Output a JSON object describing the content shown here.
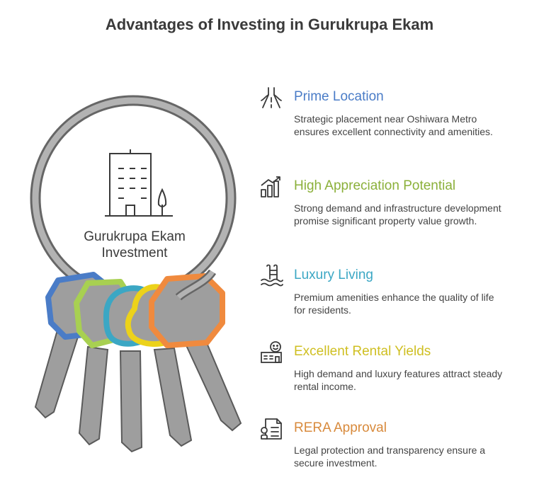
{
  "title": "Advantages of Investing in Gurukrupa Ekam",
  "center": {
    "line1": "Gurukrupa Ekam",
    "line2": "Investment"
  },
  "items": [
    {
      "heading": "Prime Location",
      "description": "Strategic placement near Oshiwara Metro ensures excellent connectivity and amenities.",
      "color": "#4a7cc7",
      "icon": "road-icon"
    },
    {
      "heading": "High Appreciation Potential",
      "description": "Strong demand and infrastructure development promise significant property value growth.",
      "color": "#8bb03a",
      "icon": "growth-chart-icon"
    },
    {
      "heading": "Luxury Living",
      "description": "Premium amenities enhance the quality of life for residents.",
      "color": "#3ba7c4",
      "icon": "pool-ladder-icon"
    },
    {
      "heading": "Excellent Rental Yields",
      "description": "High demand and luxury features attract steady rental income.",
      "color": "#cfbf21",
      "icon": "happy-tenant-icon"
    },
    {
      "heading": "RERA Approval",
      "description": "Legal protection and transparency ensure a secure investment.",
      "color": "#d88a3c",
      "icon": "certificate-icon"
    }
  ],
  "key_colors": [
    "#4a7cc7",
    "#a8d051",
    "#3ba7c4",
    "#ecd21a",
    "#f08a3e"
  ]
}
